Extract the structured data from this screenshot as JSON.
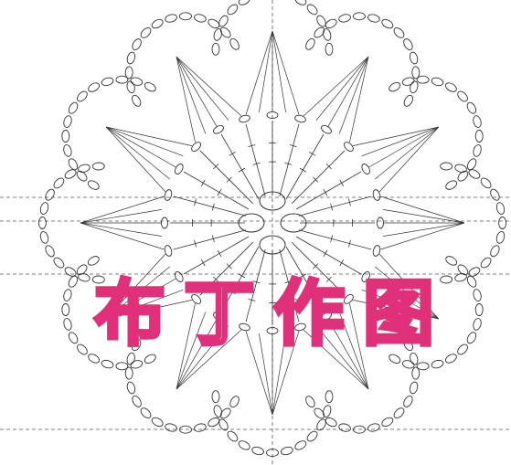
{
  "watermark": {
    "text": "布丁作图",
    "chars": [
      "布",
      "丁",
      "作",
      "图"
    ],
    "fill_color": "#ffffff",
    "stroke_color": "#e0307a"
  },
  "diagram": {
    "petal_count": 12,
    "line_color": "#333333",
    "guide_color": "#555555"
  }
}
